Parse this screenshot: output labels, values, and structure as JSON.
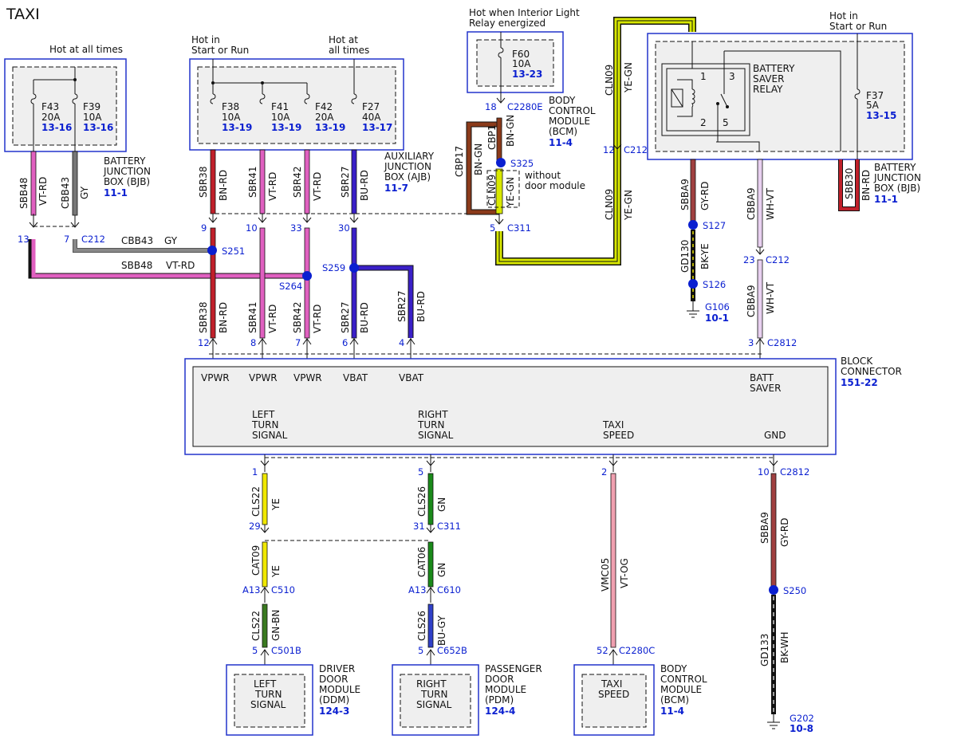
{
  "title": "TAXI",
  "colors": {
    "vt_rd": "#e060c0",
    "gy": "#777777",
    "bn_rd": "#c0202a",
    "vt_rd2": "#e060c0",
    "bu_rd": "#3a20c8",
    "bn_gn": "#8b3a1a",
    "ye_gn": "#d8e800",
    "gy_rd": "#a04040",
    "bk_ye": "#111111",
    "wh_vt": "#e8d0f0",
    "ye": "#f0e800",
    "gn": "#1a8a1a",
    "gn_bn": "#3a7a20",
    "bu_gy": "#3040c8",
    "vt_og": "#f0a0b0",
    "bk_wh": "#111111",
    "link": "#0a1fd0"
  },
  "bjb_left": {
    "heading": "Hot at all times",
    "fuses": [
      {
        "name": "F43",
        "rating": "20A",
        "ref": "13-16"
      },
      {
        "name": "F39",
        "rating": "10A",
        "ref": "13-16"
      }
    ],
    "label_lines": [
      "BATTERY",
      "JUNCTION",
      "BOX (BJB)"
    ],
    "ref": "11-1"
  },
  "ajb": {
    "heading1": [
      "Hot in",
      "Start or Run"
    ],
    "heading2": [
      "Hot at",
      "all times"
    ],
    "fuses": [
      {
        "name": "F38",
        "rating": "10A",
        "ref": "13-19"
      },
      {
        "name": "F41",
        "rating": "10A",
        "ref": "13-19"
      },
      {
        "name": "F42",
        "rating": "20A",
        "ref": "13-19"
      },
      {
        "name": "F27",
        "rating": "40A",
        "ref": "13-17"
      }
    ],
    "label_lines": [
      "AUXILIARY",
      "JUNCTION",
      "BOX (AJB)"
    ],
    "ref": "11-7"
  },
  "bcm_top": {
    "heading": [
      "Hot when Interior Light",
      "Relay energized"
    ],
    "fuse": {
      "name": "F60",
      "rating": "10A",
      "ref": "13-23"
    },
    "pin": "18",
    "connector": "C2280E",
    "label_lines": [
      "BODY",
      "CONTROL",
      "MODULE",
      "(BCM)"
    ],
    "ref": "11-4"
  },
  "bjb_right": {
    "heading": [
      "Hot in",
      "Start or Run"
    ],
    "relay_lines": [
      "BATTERY",
      "SAVER",
      "RELAY"
    ],
    "relay_pins": [
      "1",
      "3",
      "2",
      "5"
    ],
    "fuse": {
      "name": "F37",
      "rating": "5A",
      "ref": "13-15"
    },
    "label_lines": [
      "BATTERY",
      "JUNCTION",
      "BOX (BJB)"
    ],
    "ref": "11-1"
  },
  "wires": {
    "sbb48": {
      "circuit": "SBB48",
      "color": "VT-RD"
    },
    "cbb43": {
      "circuit": "CBB43",
      "color": "GY"
    },
    "sbr38": {
      "circuit": "SBR38",
      "color": "BN-RD"
    },
    "sbr41": {
      "circuit": "SBR41",
      "color": "VT-RD"
    },
    "sbr42": {
      "circuit": "SBR42",
      "color": "VT-RD"
    },
    "sbr27": {
      "circuit": "SBR27",
      "color": "BU-RD"
    },
    "cbp17": {
      "circuit": "CBP17",
      "color": "BN-GN"
    },
    "cbp1": {
      "circuit": "CBP1",
      "color": "BN-GN"
    },
    "cln09": {
      "circuit": "CLN09",
      "color": "YE-GN"
    },
    "sbba9": {
      "circuit": "SBBA9",
      "color": "GY-RD"
    },
    "gd130": {
      "circuit": "GD130",
      "color": "BK-YE"
    },
    "cbba9": {
      "circuit": "CBBA9",
      "color": "WH-VT"
    },
    "sbb30": {
      "circuit": "SBB30",
      "color": "BN-RD"
    },
    "cls22": {
      "circuit": "CLS22",
      "color": "YE"
    },
    "cat09": {
      "circuit": "CAT09",
      "color": "YE"
    },
    "cls22b": {
      "circuit": "CLS22",
      "color": "GN-BN"
    },
    "cls26": {
      "circuit": "CLS26",
      "color": "GN"
    },
    "cat06": {
      "circuit": "CAT06",
      "color": "GN"
    },
    "cls26b": {
      "circuit": "CLS26",
      "color": "BU-GY"
    },
    "vmc05": {
      "circuit": "VMC05",
      "color": "VT-OG"
    },
    "gd133": {
      "circuit": "GD133",
      "color": "BK-WH"
    }
  },
  "splices": [
    "S251",
    "S264",
    "S259",
    "S325",
    "S127",
    "S126",
    "S250"
  ],
  "connectors": {
    "c212": "C212",
    "c311": "C311",
    "c2812": "C2812",
    "c510": "C510",
    "c610": "C610",
    "c501b": "C501B",
    "c652b": "C652B",
    "c2280c": "C2280C"
  },
  "pins": {
    "p13": "13",
    "p7": "7",
    "p9": "9",
    "p10": "10",
    "p33": "33",
    "p30": "30",
    "p5": "5",
    "p12a": "12",
    "p23": "23",
    "p12": "12",
    "p8": "8",
    "p7b": "7",
    "p6": "6",
    "p4": "4",
    "p3": "3",
    "p1": "1",
    "p5b": "5",
    "p2": "2",
    "p10b": "10",
    "p29": "29",
    "p31": "31",
    "pa13": "A13",
    "pa13b": "A13",
    "p5c": "5",
    "p5d": "5",
    "p52": "52"
  },
  "without_door": [
    "without",
    "door module"
  ],
  "grounds": [
    {
      "name": "G106",
      "ref": "10-1"
    },
    {
      "name": "G202",
      "ref": "10-8"
    }
  ],
  "block": {
    "label_lines": [
      "BLOCK",
      "CONNECTOR"
    ],
    "ref": "151-22",
    "top_pins": [
      "VPWR",
      "VPWR",
      "VPWR",
      "VBAT",
      "VBAT"
    ],
    "batt_saver": [
      "BATT",
      "SAVER"
    ],
    "left_turn": [
      "LEFT",
      "TURN",
      "SIGNAL"
    ],
    "right_turn": [
      "RIGHT",
      "TURN",
      "SIGNAL"
    ],
    "taxi_speed": [
      "TAXI",
      "SPEED"
    ],
    "gnd": "GND"
  },
  "modules": {
    "ddm": {
      "inner": [
        "LEFT",
        "TURN",
        "SIGNAL"
      ],
      "label": [
        "DRIVER",
        "DOOR",
        "MODULE",
        "(DDM)"
      ],
      "ref": "124-3"
    },
    "pdm": {
      "inner": [
        "RIGHT",
        "TURN",
        "SIGNAL"
      ],
      "label": [
        "PASSENGER",
        "DOOR",
        "MODULE",
        "(PDM)"
      ],
      "ref": "124-4"
    },
    "bcm": {
      "inner": [
        "TAXI",
        "SPEED"
      ],
      "label": [
        "BODY",
        "CONTROL",
        "MODULE",
        "(BCM)"
      ],
      "ref": "11-4"
    }
  }
}
